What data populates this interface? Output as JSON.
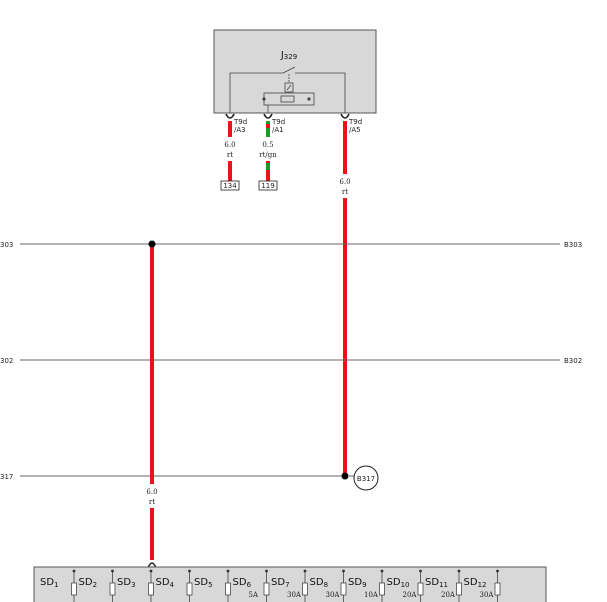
{
  "relay": {
    "name": "J",
    "sub": "329"
  },
  "pins": [
    {
      "line1": "T9d",
      "line2": "/A3"
    },
    {
      "line1": "T9d",
      "line2": "/A1"
    },
    {
      "line1": "T9d",
      "line2": "/A5"
    }
  ],
  "wires": {
    "w1": {
      "size": "6.0",
      "color": "rt"
    },
    "w2": {
      "size": "0.5",
      "color": "rt/gn"
    },
    "w3": {
      "size": "6.0",
      "color": "rt"
    },
    "w4": {
      "size": "6.0",
      "color": "rt"
    }
  },
  "refs": {
    "r1": "134",
    "r2": "119"
  },
  "buses": {
    "b303": {
      "left": "303",
      "right": "B303"
    },
    "b302": {
      "left": "302",
      "right": "B302"
    },
    "b317": {
      "left": "317"
    }
  },
  "ground": "B317",
  "fuses": [
    {
      "name": "SD",
      "num": "1",
      "rating": ""
    },
    {
      "name": "SD",
      "num": "2",
      "rating": ""
    },
    {
      "name": "SD",
      "num": "3",
      "rating": ""
    },
    {
      "name": "SD",
      "num": "4",
      "rating": ""
    },
    {
      "name": "SD",
      "num": "5",
      "rating": ""
    },
    {
      "name": "SD",
      "num": "6",
      "rating": "5A"
    },
    {
      "name": "SD",
      "num": "7",
      "rating": "30A"
    },
    {
      "name": "SD",
      "num": "8",
      "rating": "30A"
    },
    {
      "name": "SD",
      "num": "9",
      "rating": "10A"
    },
    {
      "name": "SD",
      "num": "10",
      "rating": "20A"
    },
    {
      "name": "SD",
      "num": "11",
      "rating": "20A"
    },
    {
      "name": "SD",
      "num": "12",
      "rating": "30A"
    }
  ],
  "colors": {
    "wire_red": "#e8141c",
    "wire_green": "#1a9a2a",
    "box_fill": "#d8d8d8",
    "line": "#444444"
  }
}
